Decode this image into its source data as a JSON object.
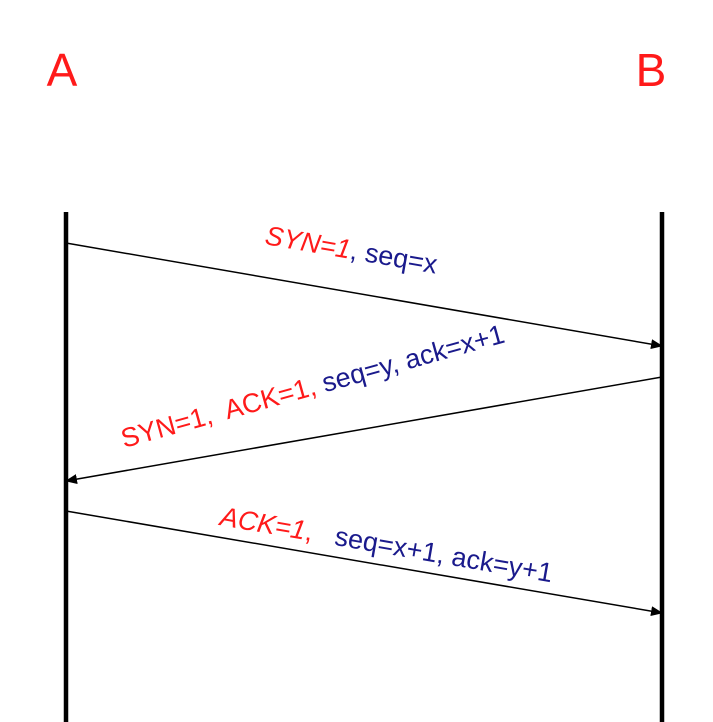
{
  "hosts": {
    "left": "A",
    "right": "B"
  },
  "messages": [
    {
      "direction": "A→B",
      "flags": "SYN=1",
      "flags_sep": ", ",
      "fields": "seq=x"
    },
    {
      "direction": "B→A",
      "flags": "SYN=1,  ACK=1",
      "flags_sep": ", ",
      "fields": "seq=y, ack=x+1"
    },
    {
      "direction": "A→B",
      "flags": "ACK=1",
      "flags_sep": ",   ",
      "fields": "seq=x+1, ack=y+1"
    }
  ],
  "colors": {
    "host": "#ff1a1a",
    "flags": "#ff1a1a",
    "fields": "#1a1a8c",
    "line": "#000000"
  }
}
